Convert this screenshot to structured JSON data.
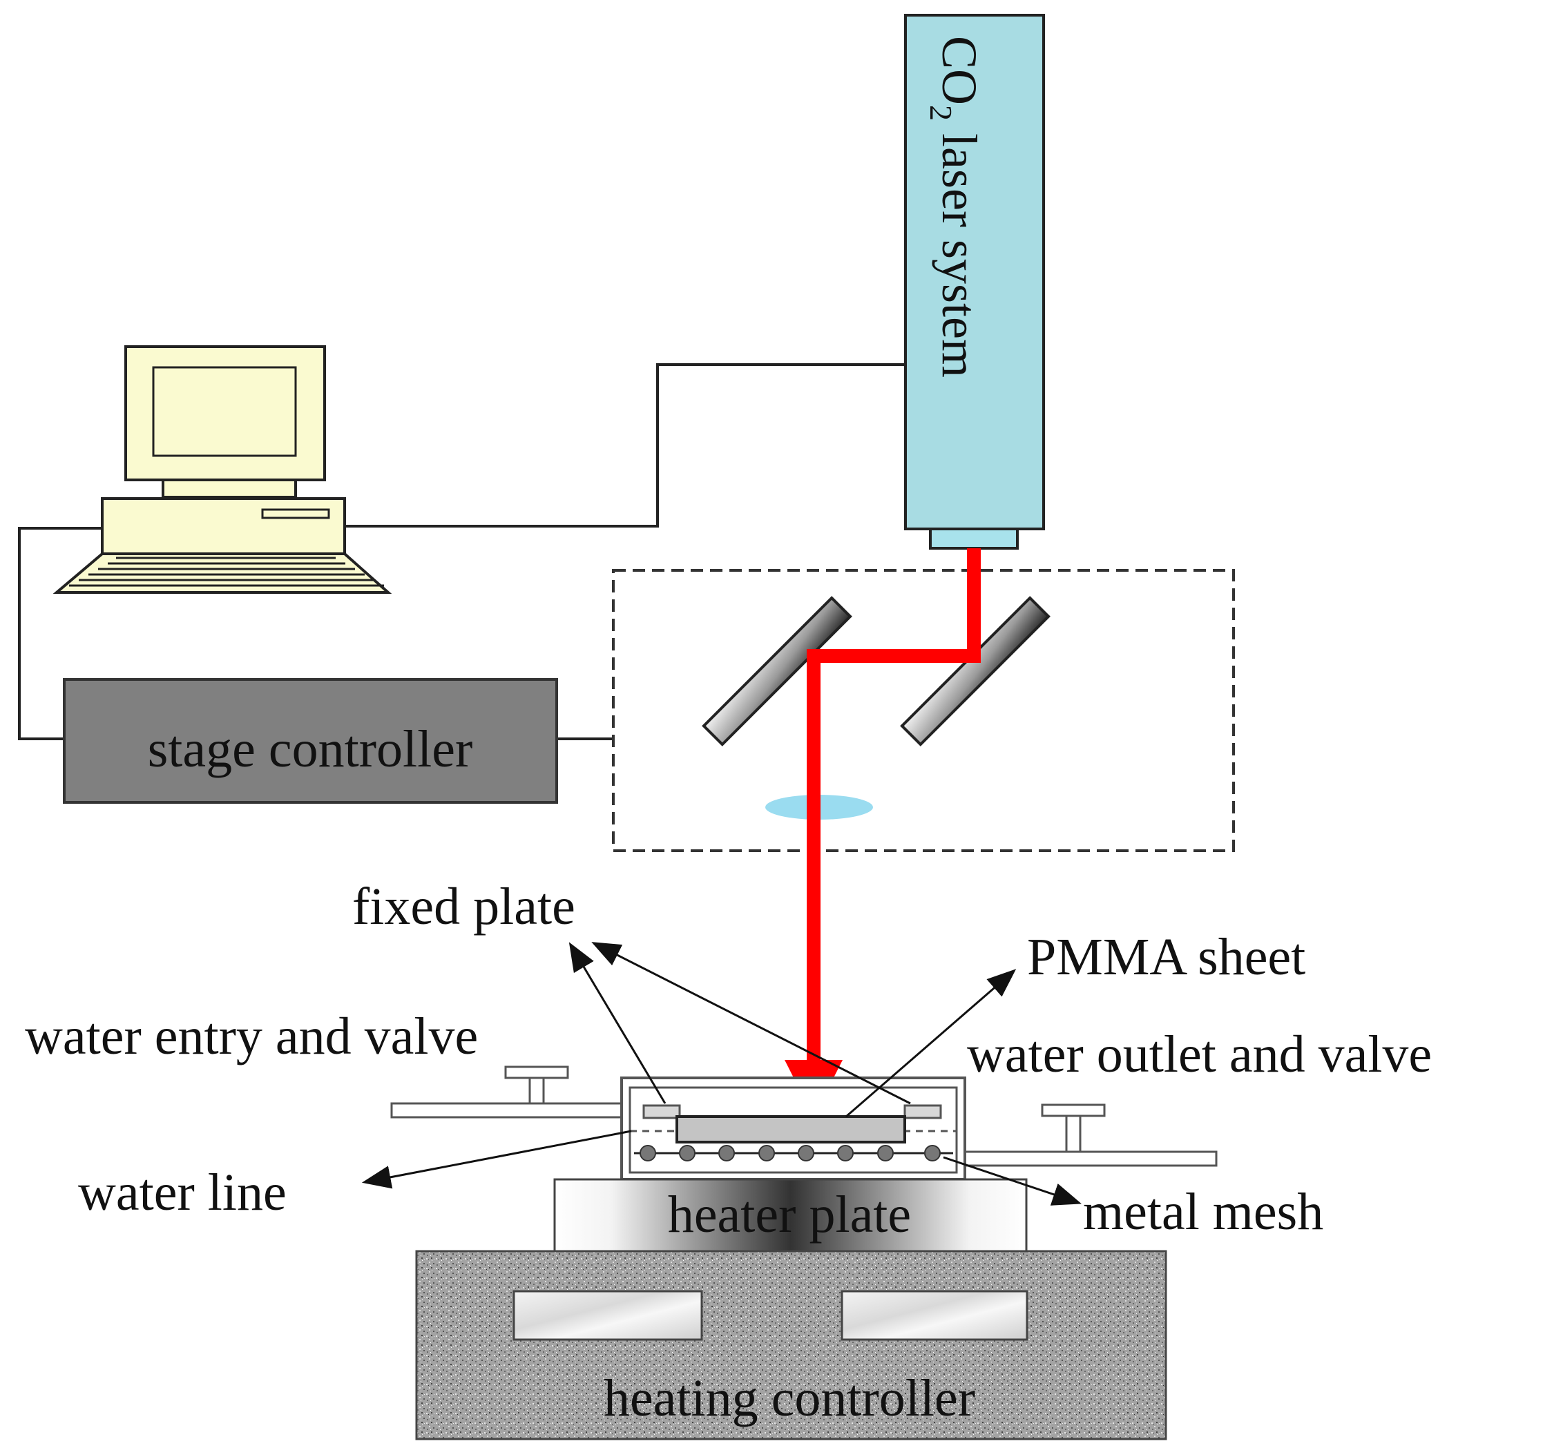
{
  "laser": {
    "label_main": "CO",
    "label_sub": "2",
    "label_rest": " laser system"
  },
  "stage_controller": {
    "label": "stage controller"
  },
  "heater_plate": {
    "label": "heater plate"
  },
  "heating_controller": {
    "label": "heating controller"
  },
  "labels": {
    "fixed_plate": "fixed plate",
    "pmma_sheet": "PMMA sheet",
    "water_entry": "water entry and valve",
    "water_outlet": "water outlet and valve",
    "water_line": "water line",
    "metal_mesh": "metal mesh"
  },
  "colors": {
    "laser_body": "#a8dce3",
    "laser_beam": "#ff0000",
    "computer": "#fafad0",
    "stage_controller": "#808080",
    "lens": "#8fd8ee",
    "heating_controller": "#9a9a9a"
  }
}
